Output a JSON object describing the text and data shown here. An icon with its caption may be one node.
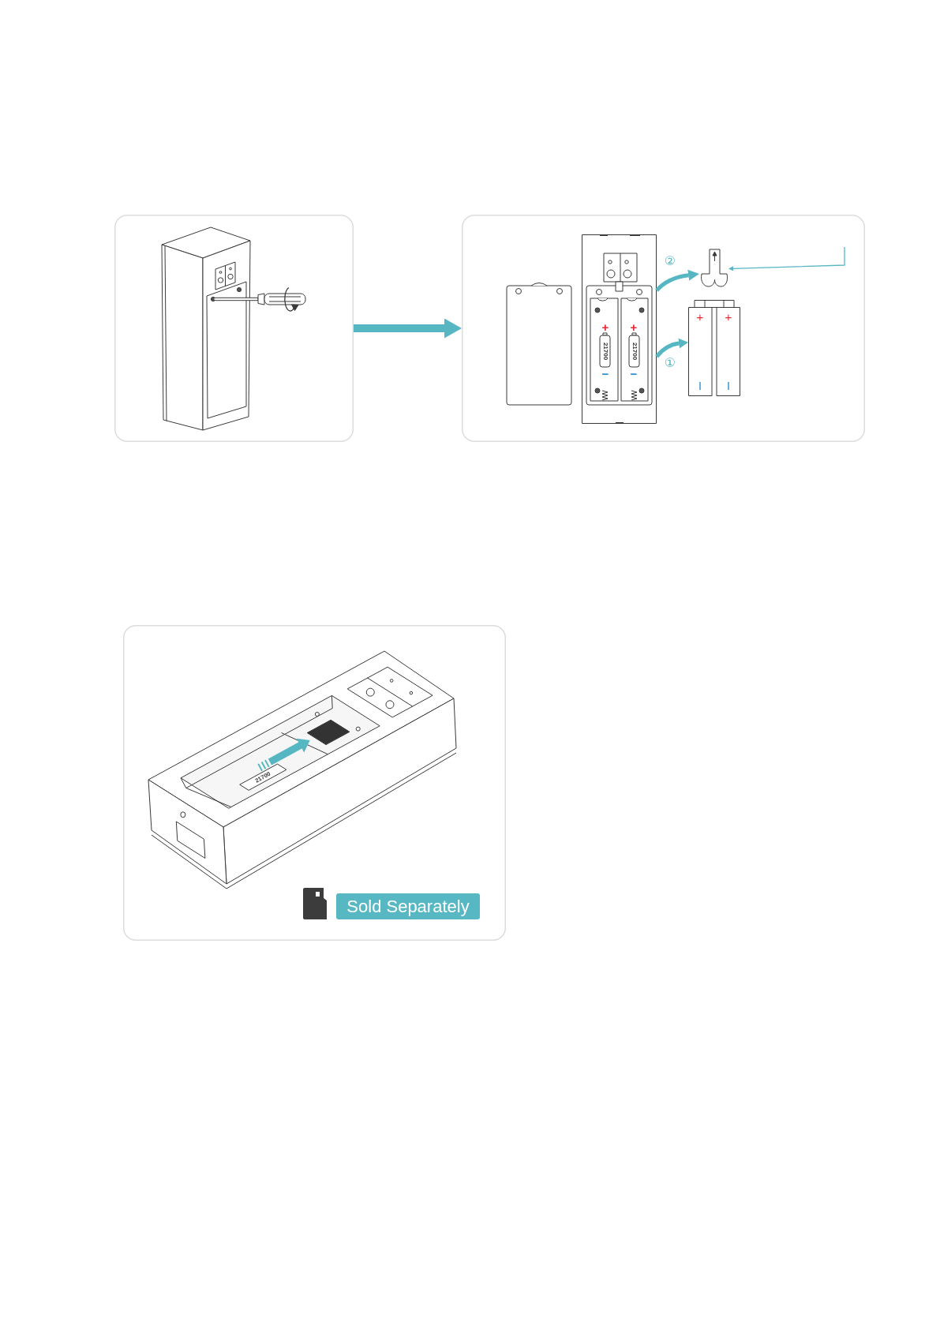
{
  "diagram": {
    "nodes": [
      {
        "text": [],
        "shape": "box"
      },
      {
        "text": [],
        "shape": "box"
      },
      {
        "text": [],
        "shape": "picture",
        "in": 1
      },
      {
        "text": [],
        "shape": "picture",
        "in": 1
      },
      {
        "text": [],
        "shape": "picture",
        "in": 1
      },
      {
        "text": [],
        "shape": "box"
      },
      {
        "text": [
          "Sold Separately"
        ],
        "in": 5
      }
    ],
    "edges": [
      {
        "from": 0,
        "to": 1,
        "arrow": "to",
        "style": "thick"
      },
      {
        "from": 2,
        "to": 3,
        "arrow": "to",
        "label": "②"
      },
      {
        "from": 2,
        "to": 4,
        "arrow": "to",
        "label": "①"
      },
      {
        "from": null,
        "to": 3,
        "arrow": "to"
      }
    ],
    "labels": [
      "+",
      "+",
      "21700",
      "21700",
      "−",
      "−",
      "+",
      "+",
      "21700"
    ]
  }
}
